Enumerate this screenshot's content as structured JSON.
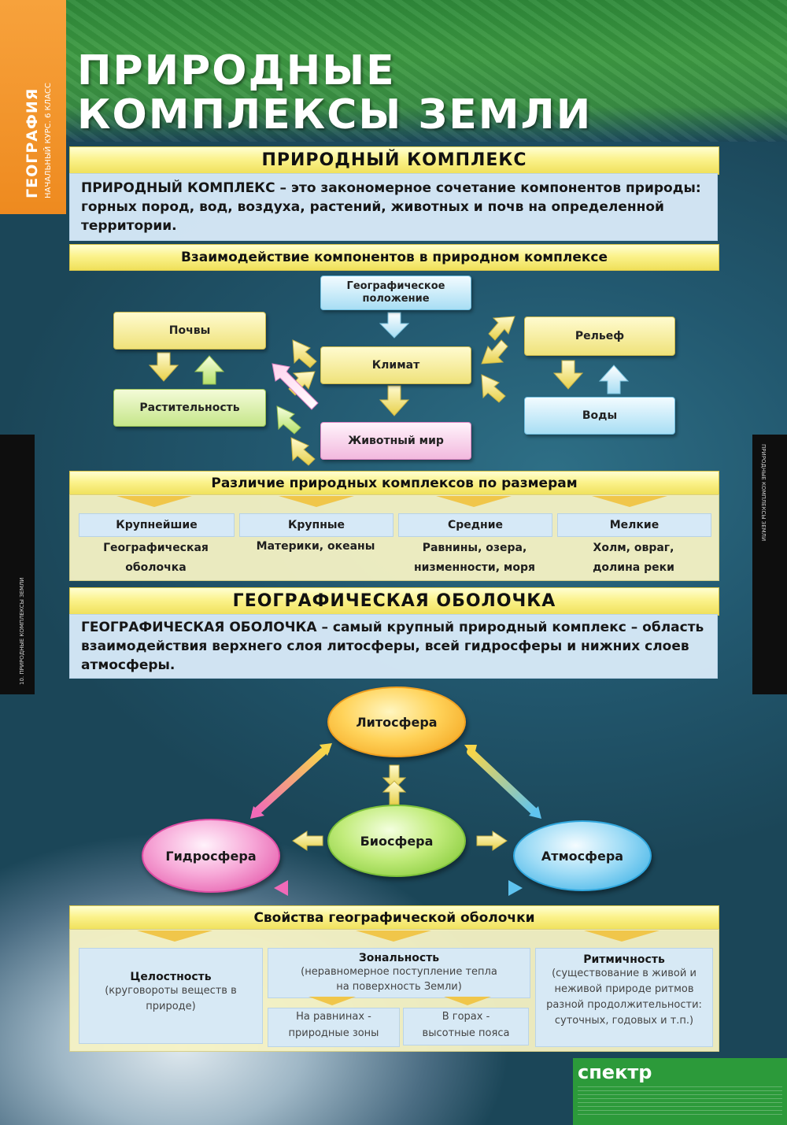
{
  "side_tab": {
    "subject": "ГЕОГРАФИЯ",
    "course": "НАЧАЛЬНЫЙ КУРС. 6 КЛАСС"
  },
  "side_bars": {
    "left": "10. ПРИРОДНЫЕ КОМПЛЕКСЫ ЗЕМЛИ",
    "right": "ПРИРОДНЫЕ КОМПЛЕКСЫ ЗЕМЛИ"
  },
  "title": {
    "line1": "ПРИРОДНЫЕ",
    "line2": "КОМПЛЕКСЫ ЗЕМЛИ"
  },
  "natural_complex": {
    "heading": "ПРИРОДНЫЙ КОМПЛЕКС",
    "term": "ПРИРОДНЫЙ КОМПЛЕКС",
    "definition": " – это закономерное сочетание компонентов природы: горных пород, вод, воздуха, растений, животных и почв на определенной территории."
  },
  "interaction": {
    "heading": "Взаимодействие компонентов в природном комплексе",
    "geo_position": "Географическое положение",
    "soils": "Почвы",
    "vegetation": "Растительность",
    "climate": "Климат",
    "animals": "Животный мир",
    "relief": "Рельеф",
    "waters": "Воды"
  },
  "sizes": {
    "heading": "Различие природных комплексов по размерам",
    "columns": [
      {
        "head": "Крупнейшие",
        "body": "Географическая оболочка"
      },
      {
        "head": "Крупные",
        "body": "Материки, океаны"
      },
      {
        "head": "Средние",
        "body": "Равнины, озера, низменности, моря"
      },
      {
        "head": "Мелкие",
        "body": "Холм, овраг, долина реки"
      }
    ]
  },
  "geo_shell": {
    "heading": "ГЕОГРАФИЧЕСКАЯ ОБОЛОЧКА",
    "term": "ГЕОГРАФИЧЕСКАЯ ОБОЛОЧКА",
    "definition": " – самый крупный природный комплекс – область взаимодействия верхнего слоя литосферы, всей гидросферы и нижних слоев атмосферы."
  },
  "spheres": {
    "lithosphere": "Литосфера",
    "hydrosphere": "Гидросфера",
    "biosphere": "Биосфера",
    "atmosphere": "Атмосфера"
  },
  "properties": {
    "heading": "Свойства географической оболочки",
    "integrity": {
      "title": "Целостность",
      "desc": "(круговороты веществ в природе)"
    },
    "zonality": {
      "title": "Зональность",
      "desc": "(неравномерное поступление тепла на поверхность Земли)"
    },
    "plains": "На равнинах - природные зоны",
    "mountains": "В горах - высотные пояса",
    "rhythm": {
      "title": "Ритмичность",
      "desc": "(существование в живой и неживой природе ритмов разной продолжительности: суточных, годовых и т.п.)"
    }
  },
  "publisher": {
    "logo": "спектр"
  },
  "colors": {
    "yellow": "#fbf28c",
    "blue_box": "#d6e8f7",
    "orange_tab": "#f29a2e",
    "green_top": "#3d9a42"
  }
}
